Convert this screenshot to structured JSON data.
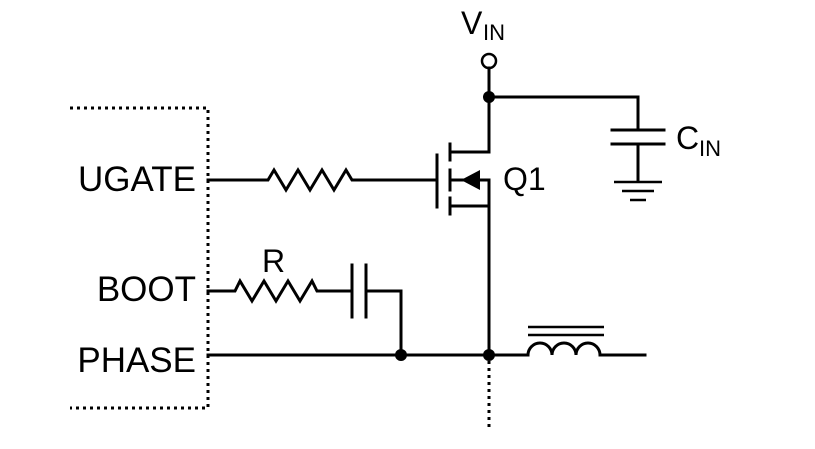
{
  "chip": {
    "pins": {
      "ugate": "UGATE",
      "boot": "BOOT",
      "phase": "PHASE"
    }
  },
  "supply": {
    "main": "V",
    "sub": "IN"
  },
  "mosfet": {
    "label": "Q1"
  },
  "capacitor": {
    "main": "C",
    "sub": "IN"
  },
  "boot_resistor": {
    "label": "R"
  },
  "colors": {
    "line": "#000000",
    "background": "#ffffff"
  }
}
